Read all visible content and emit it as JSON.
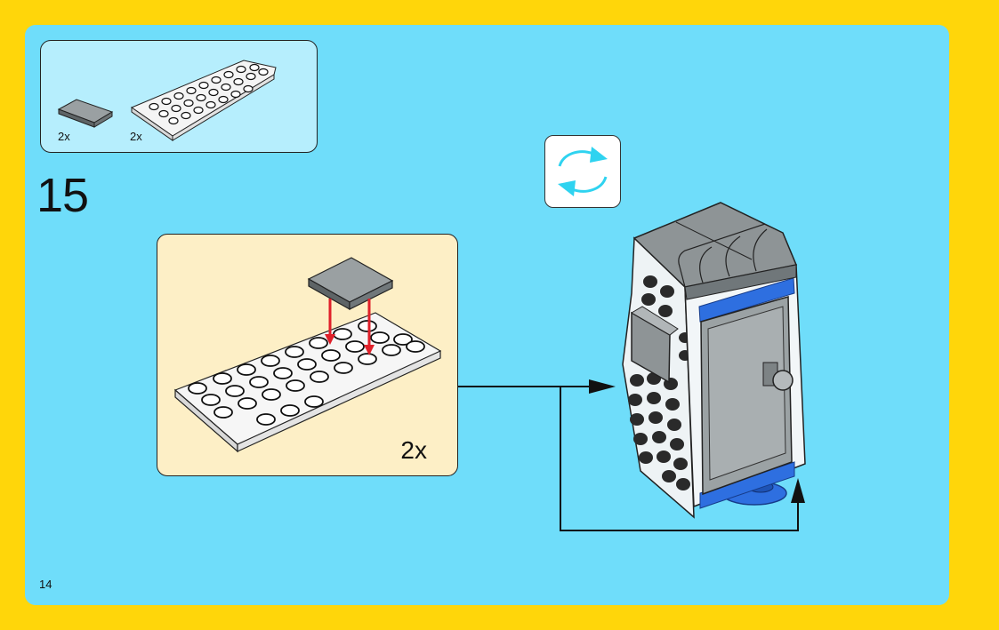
{
  "step": {
    "number": "15"
  },
  "parts_callout": {
    "items": [
      {
        "name": "gray-tile",
        "qty": "2x"
      },
      {
        "name": "white-wedge-plate",
        "qty": "2x"
      }
    ]
  },
  "subassembly": {
    "qty": "2x"
  },
  "rotate_icon": "rotate-icon",
  "page_number": "14",
  "colors": {
    "background": "#FFD60A",
    "page": "#6FDDFA",
    "parts_panel": "#B6EEFD",
    "subassembly_panel": "#FDEFC6",
    "arrow_red": "#E0202A",
    "brick_gray": "#8E9496",
    "brick_blue": "#2E6FE0",
    "rotate_cyan": "#2FD3F0"
  }
}
